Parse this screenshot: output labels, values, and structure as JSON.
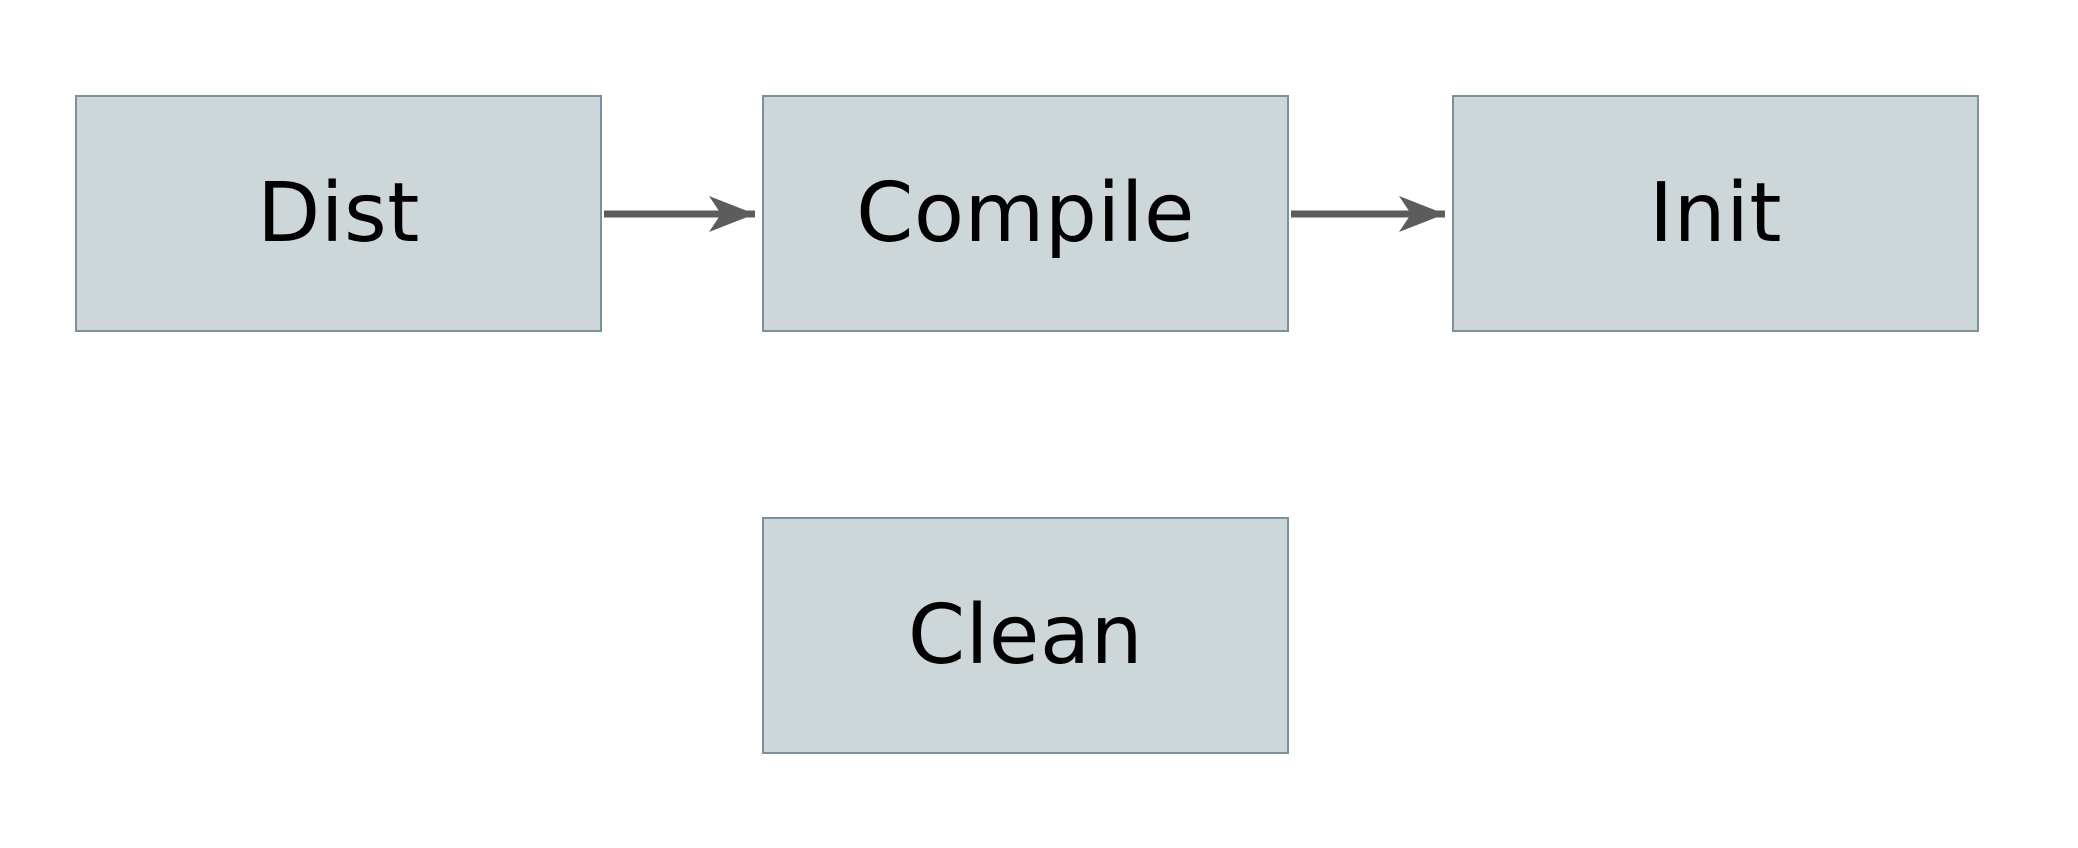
{
  "diagram": {
    "type": "flowchart",
    "colors": {
      "background": "#ffffff",
      "node_fill": "#cdd6d9",
      "node_border": "#7b929e",
      "arrow": "#5c5c5c",
      "text": "#000000"
    },
    "nodes": [
      {
        "id": "dist",
        "label": "Dist"
      },
      {
        "id": "compile",
        "label": "Compile"
      },
      {
        "id": "init",
        "label": "Init"
      },
      {
        "id": "clean",
        "label": "Clean"
      }
    ],
    "edges": [
      {
        "from": "dist",
        "to": "compile",
        "direction": "right"
      },
      {
        "from": "compile",
        "to": "init",
        "direction": "right"
      }
    ]
  }
}
